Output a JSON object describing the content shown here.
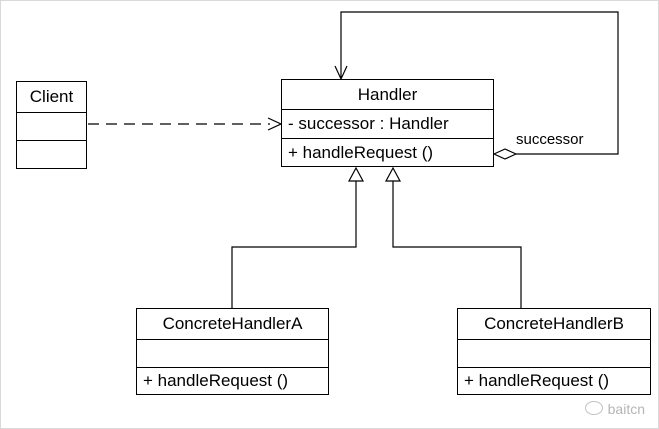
{
  "diagram": {
    "classes": {
      "client": {
        "name": "Client",
        "attributes": [
          ""
        ],
        "operations": [
          ""
        ]
      },
      "handler": {
        "name": "Handler",
        "attributes": [
          "- successor : Handler"
        ],
        "operations": [
          "+ handleRequest ()"
        ]
      },
      "concrete_a": {
        "name": "ConcreteHandlerA",
        "attributes": [
          ""
        ],
        "operations": [
          "+ handleRequest ()"
        ]
      },
      "concrete_b": {
        "name": "ConcreteHandlerB",
        "attributes": [
          ""
        ],
        "operations": [
          "+ handleRequest ()"
        ]
      }
    },
    "relations": [
      {
        "type": "dependency",
        "from": "Client",
        "to": "Handler"
      },
      {
        "type": "aggregation",
        "from": "Handler",
        "to": "Handler",
        "label": "successor"
      },
      {
        "type": "generalization",
        "from": "ConcreteHandlerA",
        "to": "Handler"
      },
      {
        "type": "generalization",
        "from": "ConcreteHandlerB",
        "to": "Handler"
      }
    ],
    "successor_label": "successor"
  },
  "watermark": {
    "text": "baitcn",
    "icon": "wechat-icon"
  },
  "colors": {
    "line": "#000000",
    "frame": "#d9d9d9",
    "watermark": "#b5b5b5"
  }
}
